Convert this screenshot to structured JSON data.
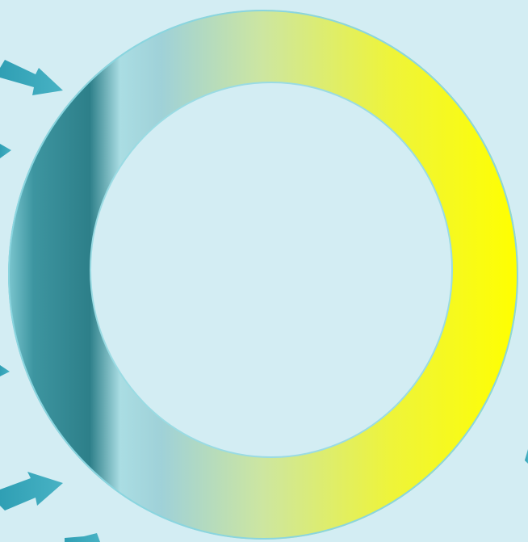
{
  "canvas": {
    "background_color": "#d3edf3"
  },
  "ring": {
    "gradient_colors": [
      "#2d7f89",
      "#aadde3",
      "#f7f91f",
      "#ffff00"
    ],
    "inner_fill": "#d3edf3",
    "rim_color": "#7fd0dc"
  },
  "arrows": {
    "color": "#3aa7bb",
    "items": [
      {
        "name": "arrow-upper-left",
        "direction": "pointing-right-down"
      },
      {
        "name": "arrow-left-top-partial",
        "direction": "pointing-right-down"
      },
      {
        "name": "arrow-left-middle-partial",
        "direction": "pointing-right-down"
      },
      {
        "name": "arrow-lower-left",
        "direction": "pointing-right-up"
      },
      {
        "name": "arrow-bottom-left-partial",
        "direction": "pointing-right"
      },
      {
        "name": "arrow-right-edge-partial",
        "direction": "pointing-up"
      }
    ]
  }
}
